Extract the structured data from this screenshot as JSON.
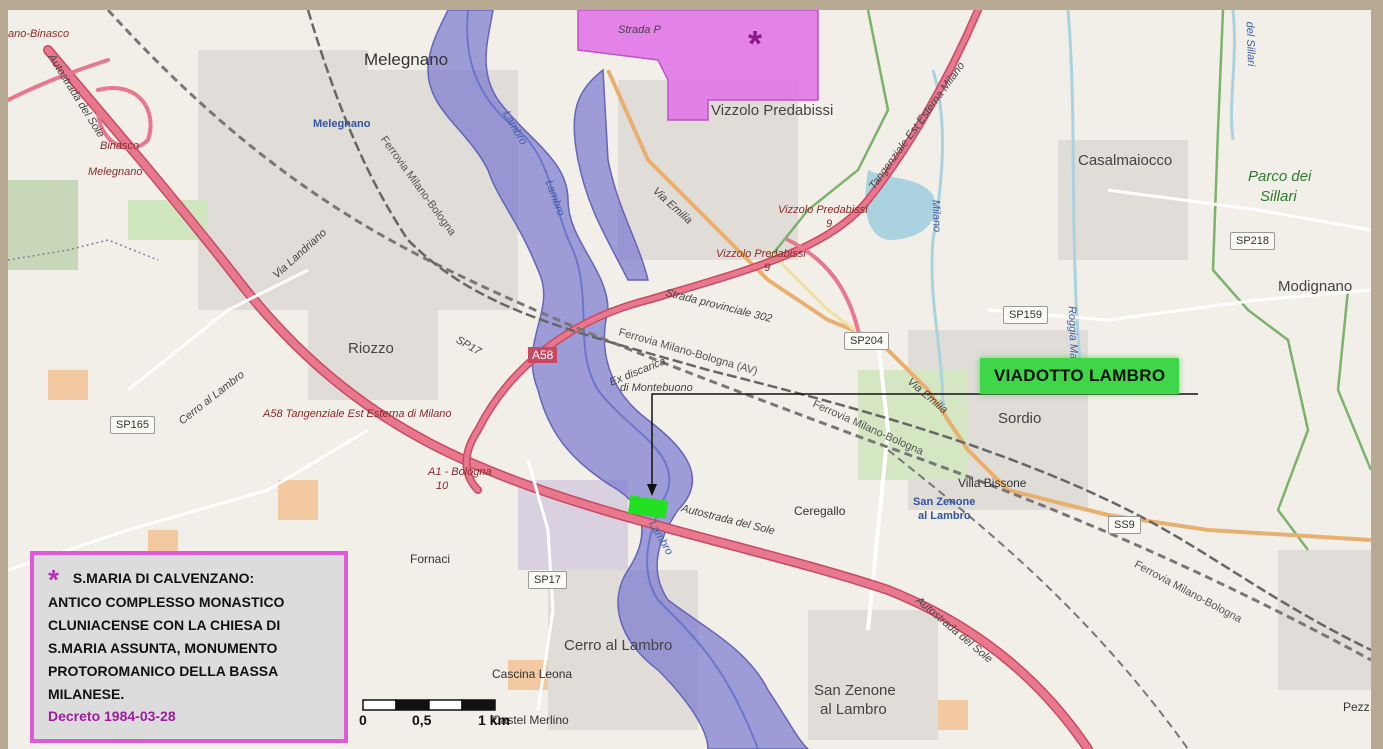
{
  "callout": {
    "label": "VIADOTTO  LAMBRO"
  },
  "legend": {
    "title": "S.MARIA DI CALVENZANO:",
    "lines": [
      "ANTICO COMPLESSO MONASTICO",
      "CLUNIACENSE CON LA CHIESA DI",
      "S.MARIA ASSUNTA, MONUMENTO",
      "PROTOROMANICO DELLA BASSA",
      "MILANESE."
    ],
    "decree": "Decreto 1984-03-28",
    "star_color": "#c02ac0"
  },
  "scale": {
    "ticks": [
      "0",
      "0,5",
      "1 km"
    ]
  },
  "towns": {
    "melegnano": "Melegnano",
    "vizzolo": "Vizzolo Predabissi",
    "casalmaiocco": "Casalmaiocco",
    "riozzo": "Riozzo",
    "sordio": "Sordio",
    "cerro": "Cerro al Lambro",
    "san_zenone": "San Zenone",
    "san_zenone_2": "al Lambro",
    "modignano": "Modignano",
    "ceregallo": "Ceregallo",
    "fornaci": "Fornaci",
    "cascina_leona": "Cascina Leona",
    "castel_merlino": "Castel Merlino",
    "villa_bissone": "Villa Bissone",
    "pezz": "Pezz",
    "binasco_top": "ano-Binasco",
    "binasco": "Binasco",
    "melegnano_exit": "Melegnano",
    "melegnano_station": "Melegnano",
    "szl_station_1": "San Zenone",
    "szl_station_2": "al Lambro",
    "cerro_lambro_road": "Cerro al Lambro",
    "discarica_1": "Ex discarica",
    "discarica_2": "di Montebuono"
  },
  "park": {
    "line1": "Parco dei",
    "line2": "Sillari"
  },
  "shields": {
    "sp218": "SP218",
    "sp159": "SP159",
    "sp204": "SP204",
    "sp165": "SP165",
    "sp17a": "SP17",
    "ss9": "SS9",
    "a58": "A58"
  },
  "roads": {
    "autostrada_sole_nw": "Autostrada del Sole",
    "autostrada_sole_mid": "Autostrada del Sole",
    "autostrada_sole_se": "Autostrada del Sole",
    "tangenziale": "Tangenziale Est Esterna Milano",
    "a58_tang": "A58 Tangenziale Est Esterna di Milano",
    "via_emilia_1": "Via Emilia",
    "via_emilia_2": "Via Emilia",
    "via_landriano": "Via Landriano",
    "sp302": "Strada provinciale 302",
    "vizzolo_exit_1": "Vizzolo Predabissi",
    "vizzolo_exit_2": "Vizzolo Predabissi",
    "exit9_a": "9",
    "exit9_b": "9",
    "a1_bologna": "A1 - Bologna",
    "a1_10": "10",
    "strada_top": "Strada P",
    "sp17_label": "SP17",
    "ferrovia_1": "Ferrovia Milano-Bologna",
    "ferrovia_av": "Ferrovia Milano-Bologna (AV)",
    "ferrovia_2": "Ferrovia Milano-Bologna",
    "ferrovia_3": "Ferrovia Milano-Bologna",
    "lambro_1": "Lambro",
    "lambro_2": "Lambro",
    "milano_canal": "Milano",
    "morocco": "Roggia Marocco",
    "sillari": "del Sillari",
    "lambro_3": "Lambro"
  },
  "colors": {
    "river_buffer": "#7c7cd0",
    "monument_zone": "#e070e8",
    "motorway": "#e0607a",
    "callout_green": "#3fd64a"
  }
}
